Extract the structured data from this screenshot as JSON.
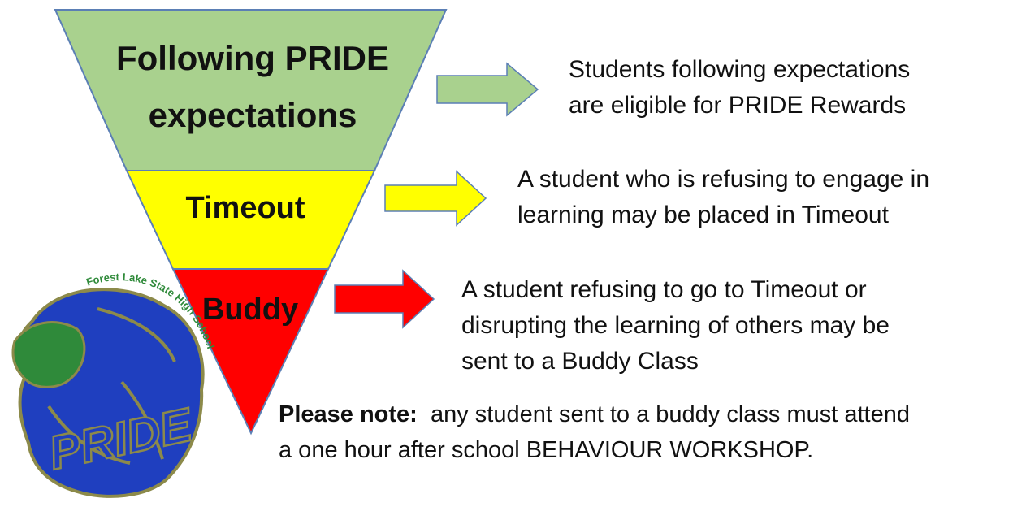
{
  "tiers": [
    {
      "label_lines": [
        "Following PRIDE",
        "expectations"
      ],
      "color": "#a9d18e",
      "description_lines": [
        "Students following expectations",
        "are eligible for PRIDE Rewards"
      ]
    },
    {
      "label_lines": [
        "Timeout"
      ],
      "color": "#ffff00",
      "description_lines": [
        "A student who is refusing to engage in",
        "learning may be placed in Timeout"
      ]
    },
    {
      "label_lines": [
        "Buddy"
      ],
      "color": "#ff0000",
      "description_lines": [
        "A student refusing to go to Timeout or",
        "disrupting the learning of others may be",
        "sent to a Buddy Class"
      ]
    }
  ],
  "note": {
    "heading": "Please note:",
    "line1": "any student sent to a buddy class must attend",
    "line2": "a one hour after school BEHAVIOUR WORKSHOP."
  },
  "logo": {
    "ring_text": "Forest Lake State High School",
    "word": "PRIDE",
    "colors": {
      "blue": "#1f3fbf",
      "green": "#2f8a3a",
      "outline": "#8c8a4a"
    }
  },
  "colors": {
    "arrow_green": "#a9d18e",
    "arrow_yellow": "#ffff00",
    "arrow_red": "#ff0000",
    "outline": "#5b7fb5"
  }
}
